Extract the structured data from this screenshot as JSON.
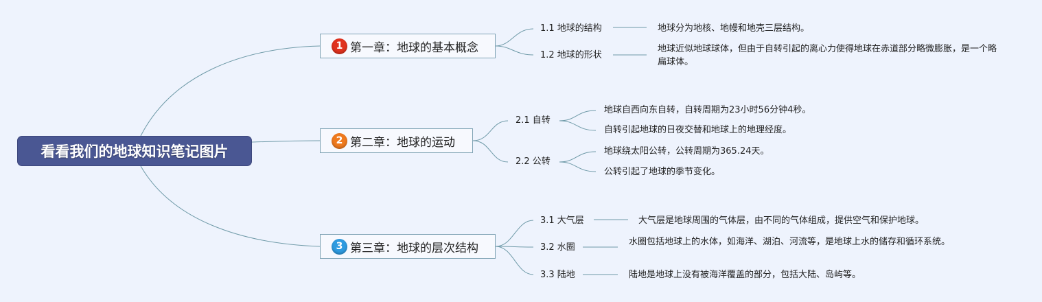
{
  "root": {
    "title": "看看我们的地球知识笔记图片"
  },
  "chapters": [
    {
      "number": "1",
      "badge_color": "#e0321e",
      "title": "第一章：地球的基本概念",
      "sections": [
        {
          "label": "1.1 地球的结构",
          "notes": [
            "地球分为地核、地幔和地壳三层结构。"
          ]
        },
        {
          "label": "1.2 地球的形状",
          "notes": [
            "地球近似地球球体，但由于自转引起的离心力使得地球在赤道部分略微膨胀，是一个略扁球体。"
          ]
        }
      ]
    },
    {
      "number": "2",
      "badge_color": "#ef7a1e",
      "title": "第二章：地球的运动",
      "sections": [
        {
          "label": "2.1 自转",
          "notes": [
            "地球自西向东自转，自转周期为23小时56分钟4秒。",
            "自转引起地球的日夜交替和地球上的地理经度。"
          ]
        },
        {
          "label": "2.2 公转",
          "notes": [
            "地球绕太阳公转，公转周期为365.24天。",
            "公转引起了地球的季节变化。"
          ]
        }
      ]
    },
    {
      "number": "3",
      "badge_color": "#2f9be0",
      "title": "第三章：地球的层次结构",
      "sections": [
        {
          "label": "3.1 大气层",
          "notes": [
            "大气层是地球周围的气体层，由不同的气体组成，提供空气和保护地球。"
          ]
        },
        {
          "label": "3.2 水圈",
          "notes": [
            "水圈包括地球上的水体，如海洋、湖泊、河流等，是地球上水的储存和循环系统。"
          ]
        },
        {
          "label": "3.3 陆地",
          "notes": [
            "陆地是地球上没有被海洋覆盖的部分，包括大陆、岛屿等。"
          ]
        }
      ]
    }
  ],
  "colors": {
    "line": "#6f9aa8",
    "root_bg": "#4a5793"
  }
}
